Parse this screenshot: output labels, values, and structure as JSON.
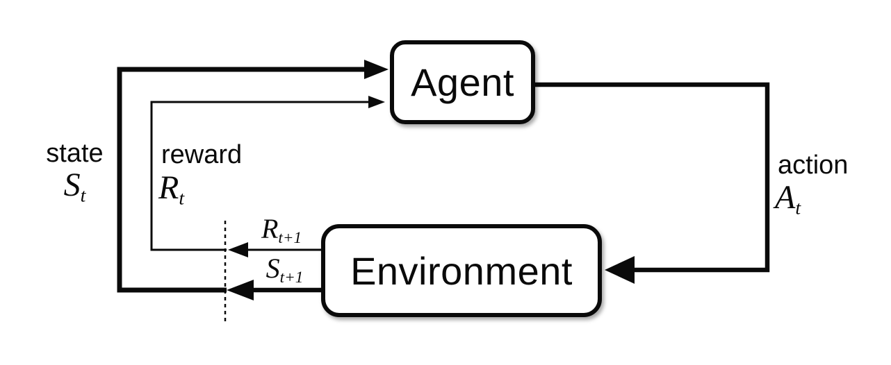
{
  "nodes": {
    "agent": {
      "label": "Agent"
    },
    "environment": {
      "label": "Environment"
    }
  },
  "edges": {
    "state": {
      "word": "state",
      "symbol": {
        "base": "S",
        "sub": "t"
      }
    },
    "reward": {
      "word": "reward",
      "symbol": {
        "base": "R",
        "sub": "t"
      }
    },
    "action": {
      "word": "action",
      "symbol": {
        "base": "A",
        "sub": "t"
      }
    },
    "next_reward": {
      "symbol": {
        "base": "R",
        "sub": "t+1"
      }
    },
    "next_state": {
      "symbol": {
        "base": "S",
        "sub": "t+1"
      }
    }
  },
  "colors": {
    "line": "#0a0a0a",
    "box_fill": "#ffffff",
    "background": "#ffffff"
  }
}
